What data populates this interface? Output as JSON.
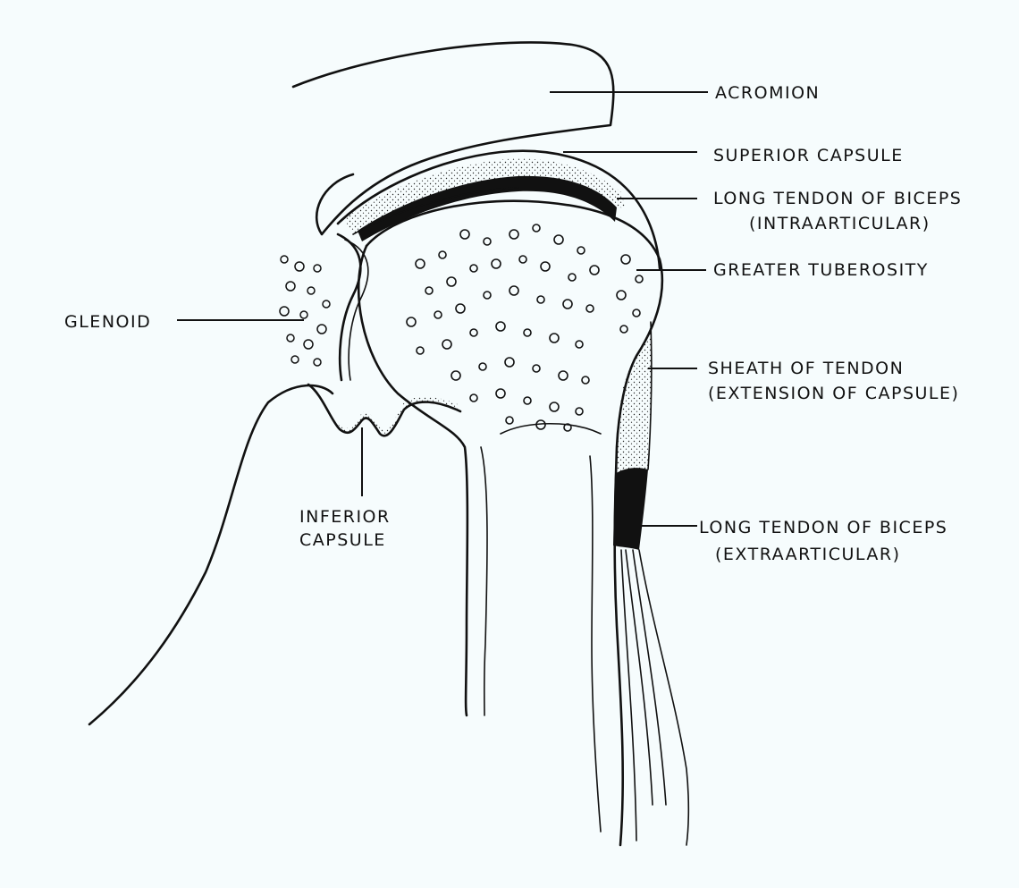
{
  "labels": {
    "acromion": "ACROMION",
    "superior_capsule": "SUPERIOR CAPSULE",
    "long_tendon_intra_1": "LONG TENDON OF BICEPS",
    "long_tendon_intra_2": "(INTRAARTICULAR)",
    "greater_tuberosity": "GREATER TUBEROSITY",
    "glenoid": "GLENOID",
    "sheath_1": "SHEATH OF TENDON",
    "sheath_2": "(EXTENSION OF CAPSULE)",
    "inferior_capsule_1": "INFERIOR",
    "inferior_capsule_2": "CAPSULE",
    "long_tendon_extra_1": "LONG TENDON OF BICEPS",
    "long_tendon_extra_2": "(EXTRAARTICULAR)"
  }
}
